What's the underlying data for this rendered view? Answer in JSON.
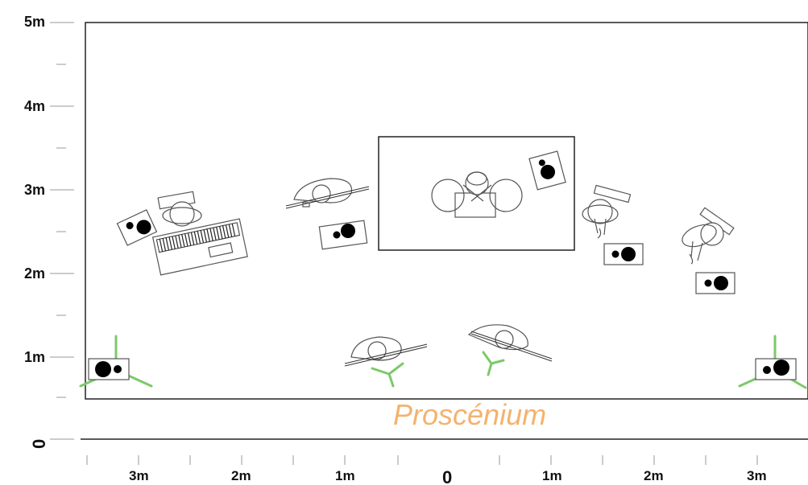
{
  "y_axis": {
    "labels": [
      "5m",
      "4m",
      "3m",
      "2m",
      "1m"
    ],
    "origin_label": "0"
  },
  "x_axis": {
    "labels": [
      "3m",
      "2m",
      "1m",
      "0",
      "1m",
      "2m",
      "3m"
    ]
  },
  "proscenium_label": "Proscénium",
  "colors": {
    "proscenium_text": "#f4b26e",
    "stand_legs": "#7cc96a",
    "outline": "#555555",
    "monitor_fill": "#000000"
  }
}
